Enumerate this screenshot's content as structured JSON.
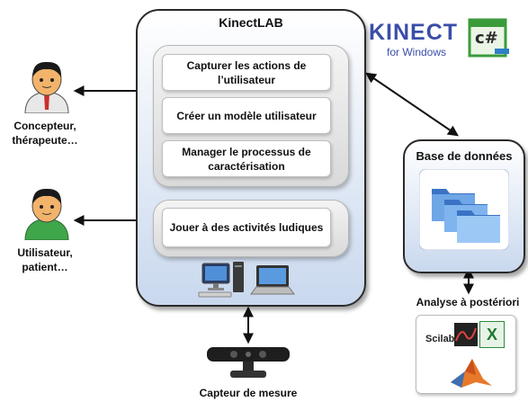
{
  "main_panel": {
    "title": "KinectLAB"
  },
  "features": [
    {
      "label": "Capturer les actions de l’utilisateur"
    },
    {
      "label": "Créer un modèle utilisateur"
    },
    {
      "label": "Manager le processus de caractérisation"
    },
    {
      "label": "Jouer à des activités ludiques"
    }
  ],
  "actors": {
    "designer": "Concepteur, thérapeute…",
    "patient": "Utilisateur, patient…"
  },
  "database": {
    "title": "Base de données"
  },
  "analysis": {
    "title": "Analyse à postériori",
    "scilab": "Scilab",
    "excel": "X"
  },
  "sensor": {
    "label": "Capteur de mesure"
  },
  "logos": {
    "kinect": "KINECT",
    "for_windows": "for Windows",
    "csharp": "c#"
  },
  "colors": {
    "kinect_blue": "#3a4ea8",
    "csharp_green": "#3b9b3b",
    "panel_fill": "#dfe8f5",
    "designer_shirt": "#c9302c",
    "patient_shirt": "#3fa64a"
  }
}
